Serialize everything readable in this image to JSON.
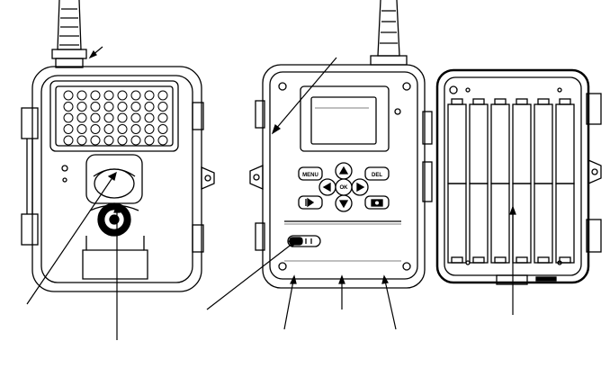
{
  "figure": {
    "description_labels": [],
    "panels": [
      {
        "name": "front-view"
      },
      {
        "name": "control-panel-view"
      },
      {
        "name": "battery-compartment-view"
      }
    ]
  },
  "control_panel": {
    "menu_label": "MENU",
    "del_label": "DEL",
    "ok_label": "OK"
  },
  "colors": {
    "line": "#000000",
    "background": "#ffffff",
    "lens_fill": "#000000"
  }
}
